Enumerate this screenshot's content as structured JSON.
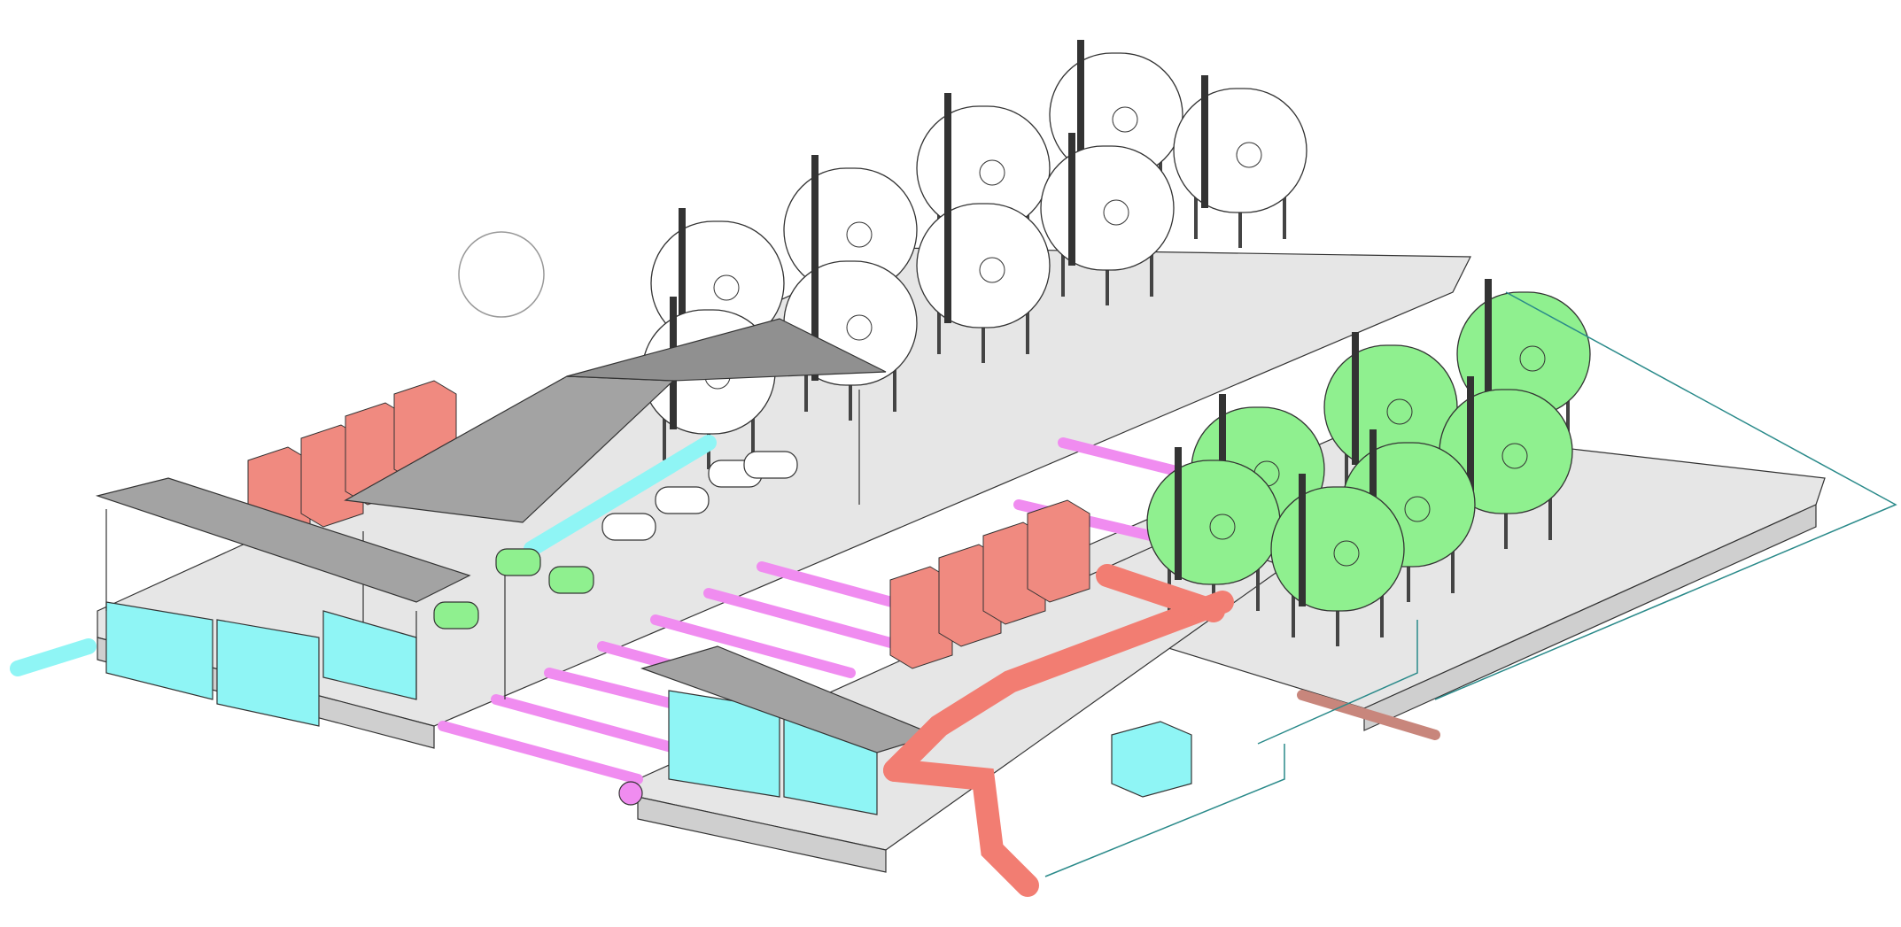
{
  "colors": {
    "background": "#ffffff",
    "slab": "#e6e6e6",
    "slab_side": "#cfcfcf",
    "white_tank": "#ffffff",
    "green_tank": "#8ff08f",
    "red_cabinet": "#f08a80",
    "red_pipe": "#f27d72",
    "cyan_unit": "#8ff5f5",
    "magenta_pipe": "#f08cf0",
    "canopy_roof": "#9a9a9a",
    "teal_line": "#2a8a8a",
    "brown_pipe": "#c8867c"
  },
  "scene": {
    "white_tanks": 9,
    "green_tanks": 7,
    "canopies": 3
  }
}
